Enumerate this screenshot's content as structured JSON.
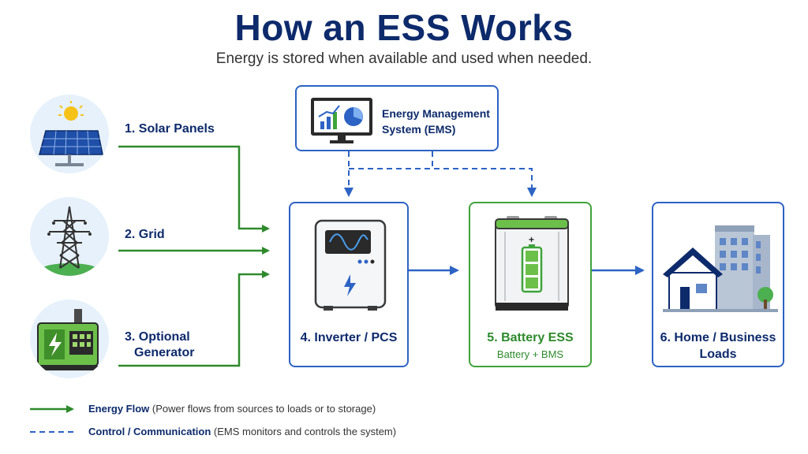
{
  "title": "How an ESS Works",
  "subtitle": "Energy is stored when available and used when needed.",
  "sources": [
    {
      "label": "1. Solar Panels",
      "icon": "solar-panel-icon"
    },
    {
      "label": "2. Grid",
      "icon": "transmission-tower-icon"
    },
    {
      "label": "3. Optional Generator",
      "label_line1": "3. Optional",
      "label_line2": "Generator",
      "icon": "generator-icon"
    }
  ],
  "ems": {
    "label_line1": "Energy Management",
    "label_line2": "System (EMS)",
    "icon": "monitor-chart-icon"
  },
  "inverter": {
    "label": "4. Inverter / PCS",
    "icon": "inverter-icon"
  },
  "battery": {
    "label": "5. Battery ESS",
    "sublabel": "Battery + BMS",
    "icon": "battery-cabinet-icon"
  },
  "loads": {
    "label_line1": "6. Home / Business",
    "label_line2": "Loads",
    "icon": "house-building-icon"
  },
  "legend": {
    "energy_flow": {
      "title": "Energy Flow",
      "description": "(Power flows from sources to loads or to storage)"
    },
    "control": {
      "title": "Control / Communication",
      "description": "(EMS monitors and controls the system)"
    }
  },
  "colors": {
    "navy": "#0d2a6b",
    "flow_green": "#2e8a2c",
    "control_blue": "#2d63c4",
    "battery_green": "#3fa33b"
  }
}
